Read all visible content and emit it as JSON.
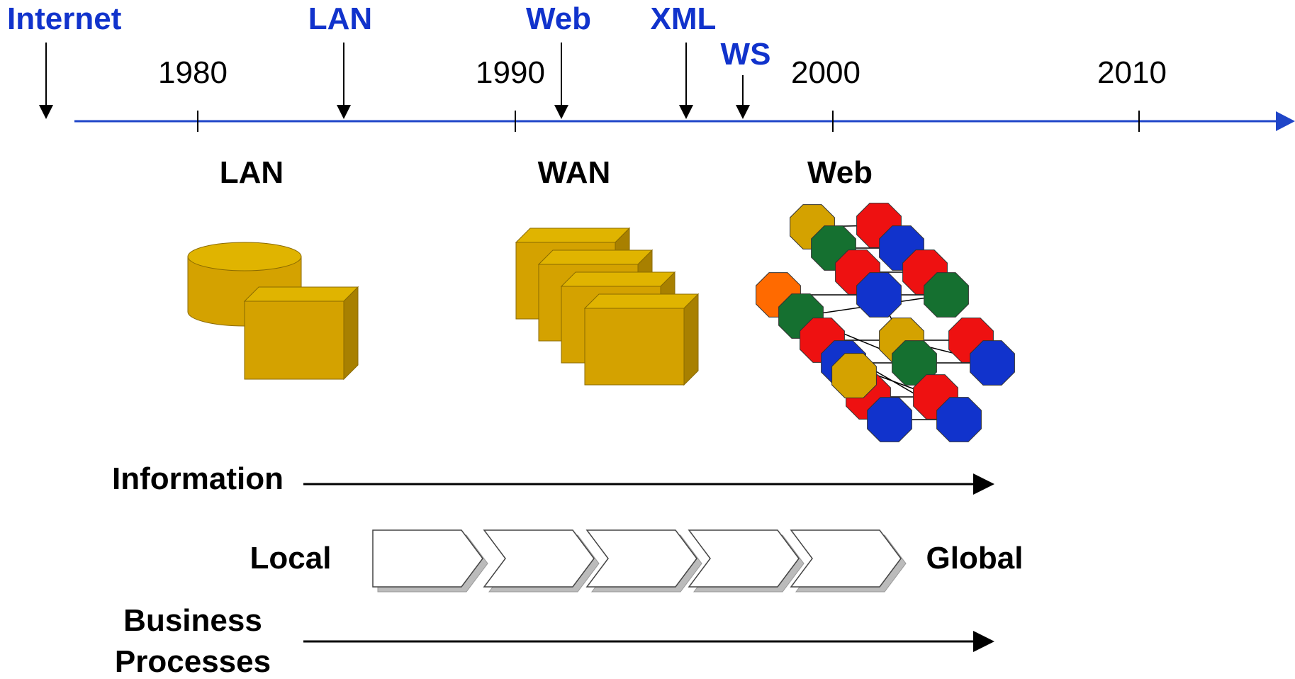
{
  "colors": {
    "accent_blue": "#1133cc",
    "timeline_blue": "#1f45c8",
    "gold": "#d4a200",
    "gold_top": "#e0b400",
    "gold_side": "#a88000",
    "red": "#ee1111",
    "green": "#157030",
    "blue": "#1133cc",
    "orange": "#ff6a00",
    "black": "#000000"
  },
  "timeline": {
    "events": [
      {
        "label": "Internet",
        "icon": "arrow-down-icon"
      },
      {
        "label": "LAN",
        "icon": "arrow-down-icon"
      },
      {
        "label": "Web",
        "icon": "arrow-down-icon"
      },
      {
        "label": "XML",
        "icon": "arrow-down-icon"
      },
      {
        "label": "WS",
        "icon": "arrow-down-icon"
      }
    ],
    "years": [
      "1980",
      "1990",
      "2000",
      "2010"
    ]
  },
  "eras": {
    "lan": {
      "label": "LAN",
      "icon": "database-server-icon"
    },
    "wan": {
      "label": "WAN",
      "icon": "server-stack-icon"
    },
    "web": {
      "label": "Web",
      "icon": "network-mesh-icon"
    }
  },
  "flow": {
    "information_label": "Information",
    "local_label": "Local",
    "global_label": "Global",
    "business_label_line1": "Business",
    "business_label_line2": "Processes",
    "chevron_icon": "chevron-arrow-icon"
  }
}
